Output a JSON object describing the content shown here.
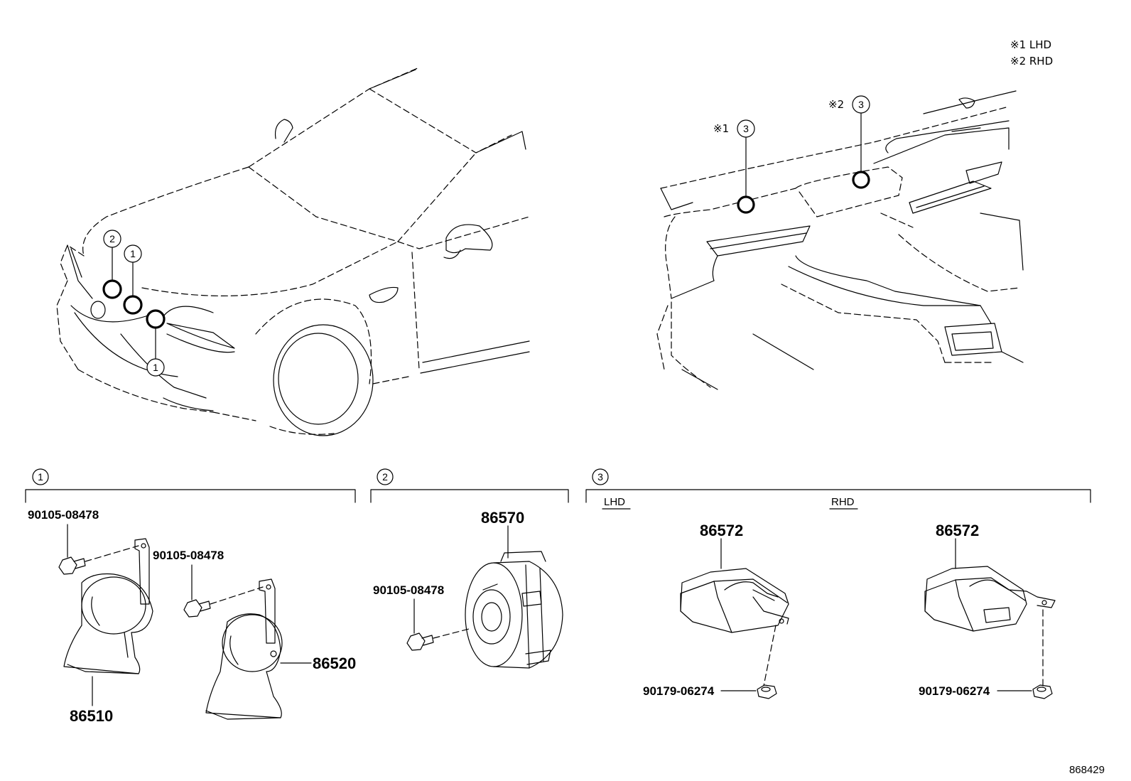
{
  "legend": {
    "note1": "※1 LHD",
    "note2": "※2 RHD"
  },
  "callouts": {
    "c1": "1",
    "c2": "2",
    "c3": "3",
    "mark1": "※1",
    "mark2": "※2"
  },
  "sections": {
    "s1": {
      "number": "1"
    },
    "s2": {
      "number": "2"
    },
    "s3": {
      "number": "3",
      "lhd": "LHD",
      "rhd": "RHD"
    }
  },
  "parts": {
    "bolt_a": "90105-08478",
    "bolt_b": "90105-08478",
    "bolt_c": "90105-08478",
    "horn_low": "86510",
    "horn_high": "86520",
    "siren": "86570",
    "unit_lhd": "86572",
    "unit_rhd": "86572",
    "nut_lhd": "90179-06274",
    "nut_rhd": "90179-06274"
  },
  "figure_id": "868429"
}
